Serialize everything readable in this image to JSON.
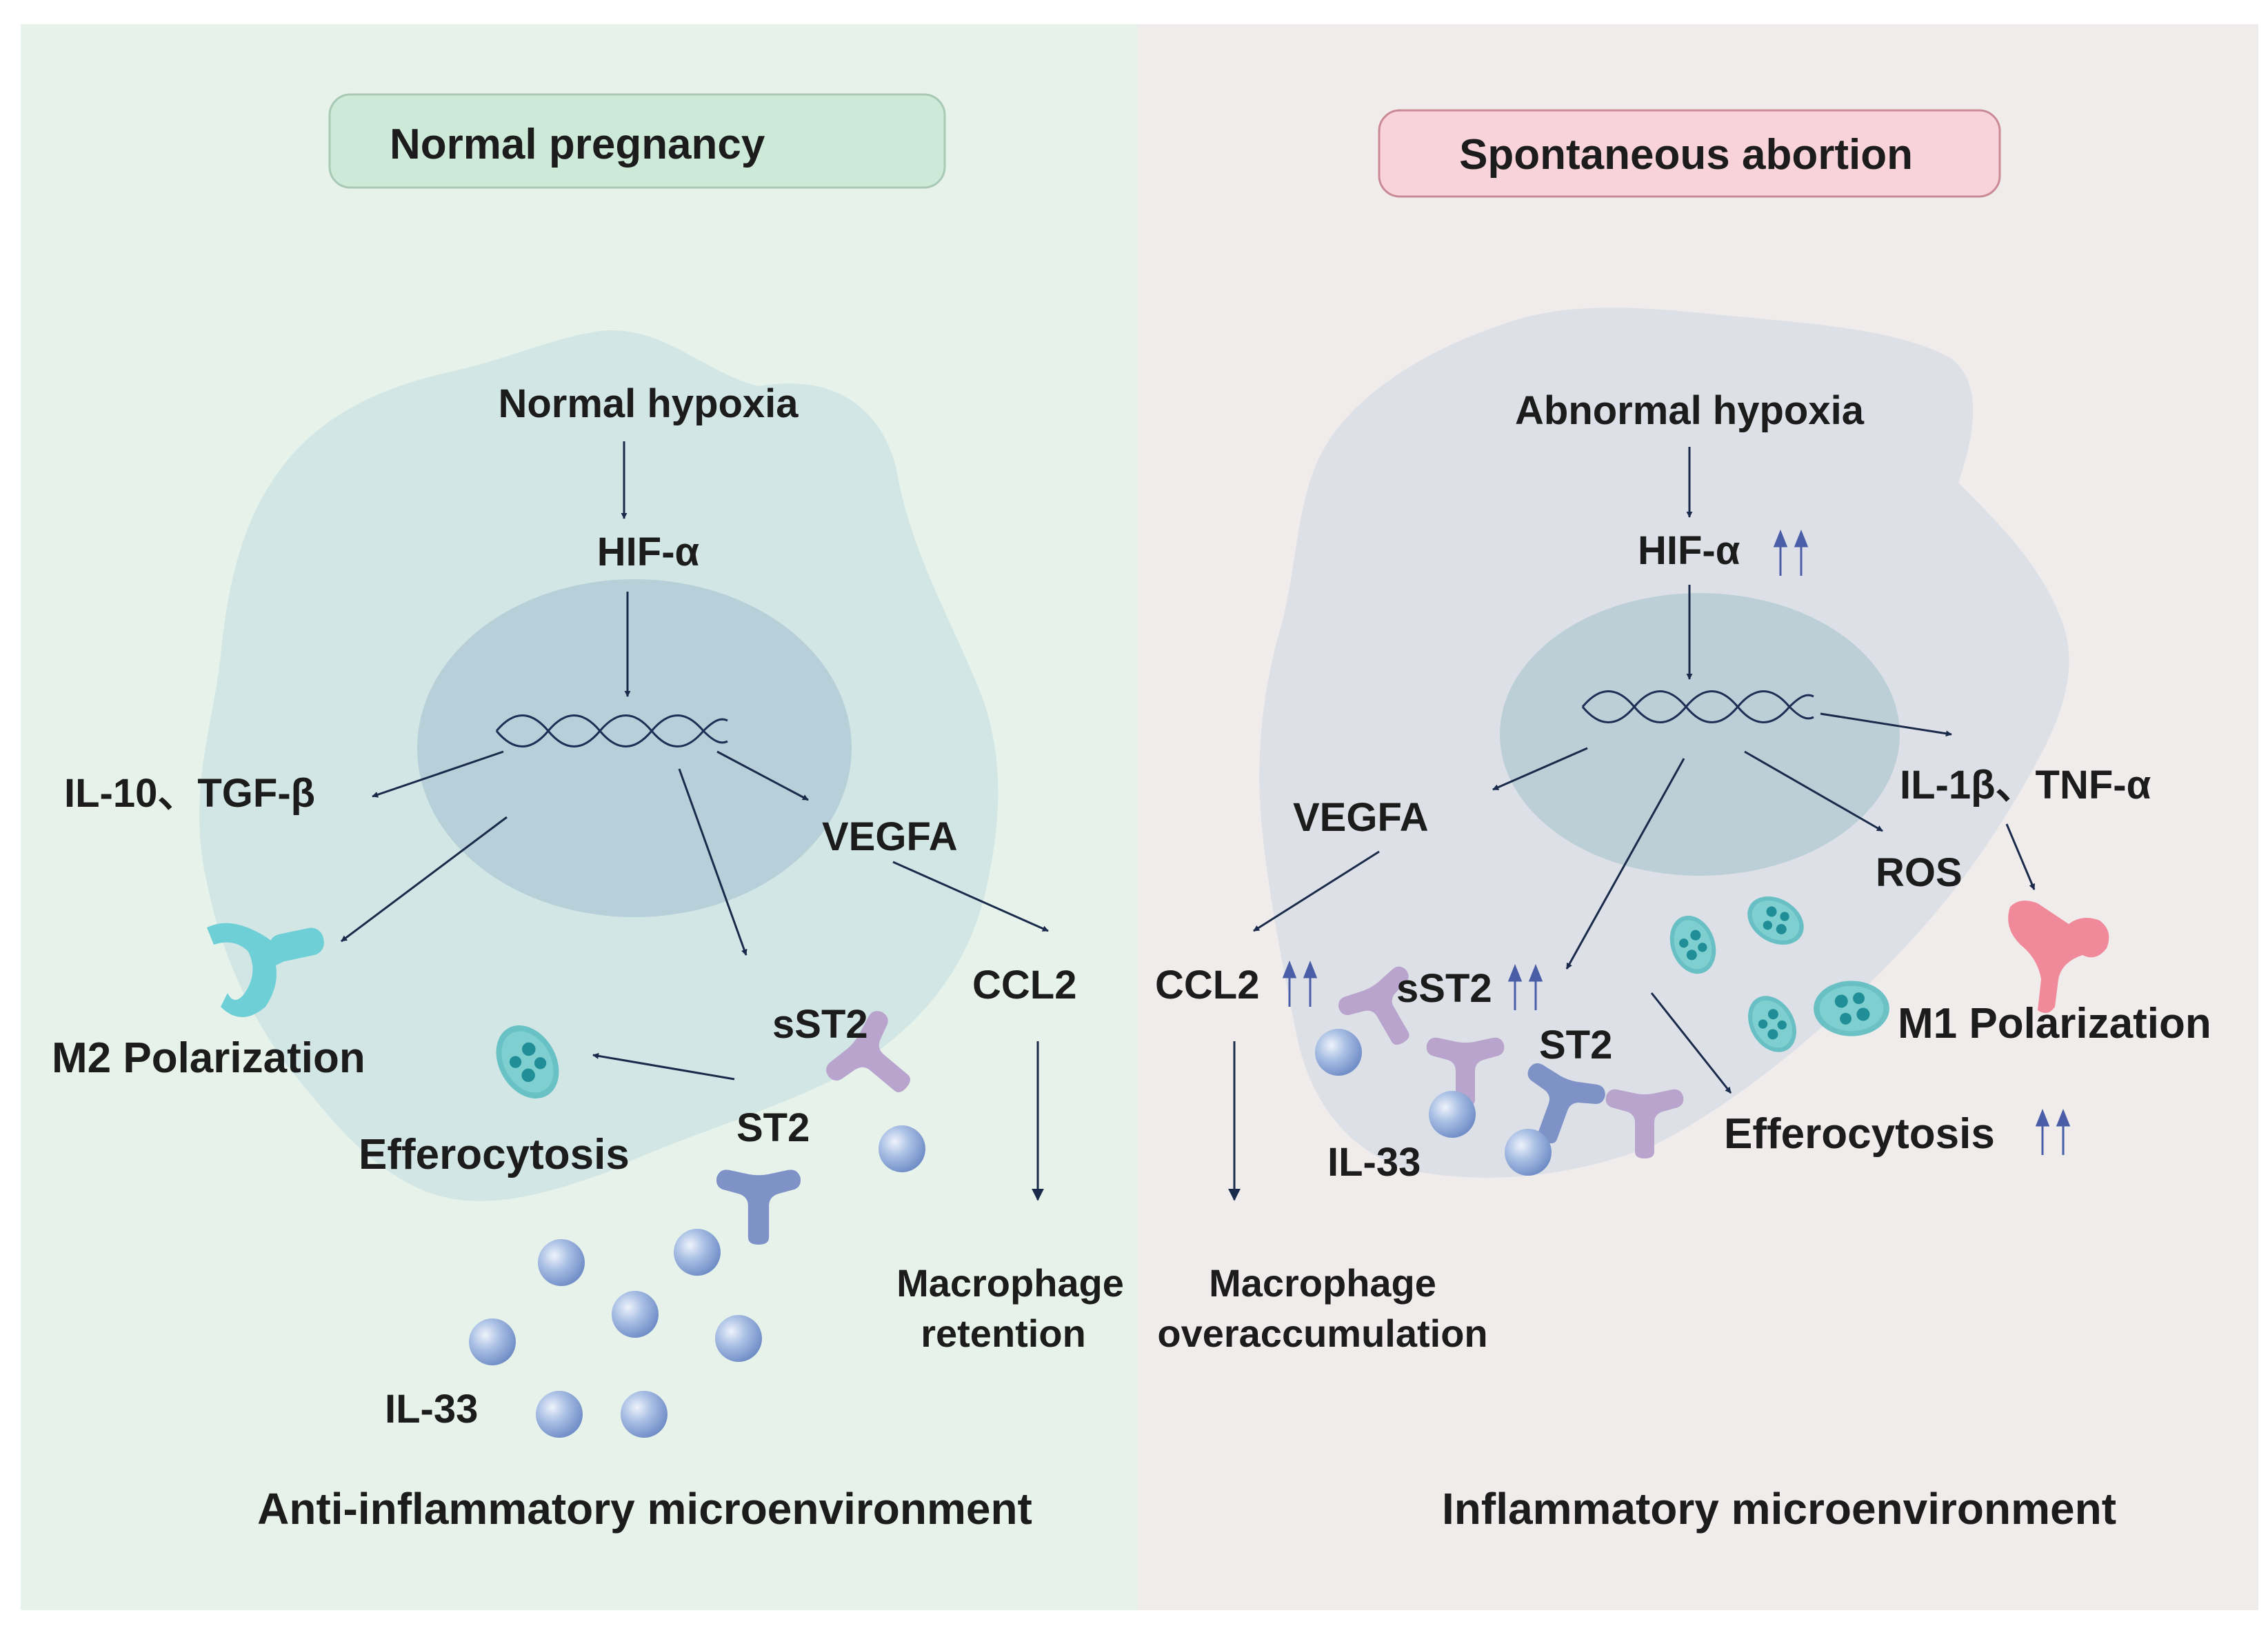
{
  "left": {
    "title": "Normal pregnancy",
    "hypoxia": "Normal hypoxia",
    "hif": "HIF-α",
    "cytokines": "IL-10、TGF-β",
    "vegfa": "VEGFA",
    "ccl2": "CCL2",
    "polarization": "M2 Polarization",
    "efferocytosis": "Efferocytosis",
    "sst2": "sST2",
    "st2": "ST2",
    "il33": "IL-33",
    "macrophage_line1": "Macrophage",
    "macrophage_line2": "retention",
    "footer": "Anti-inflammatory microenvironment"
  },
  "right": {
    "title": "Spontaneous abortion",
    "hypoxia": "Abnormal hypoxia",
    "hif": "HIF-α",
    "cytokines": "IL-1β、TNF-α",
    "vegfa": "VEGFA",
    "ccl2": "CCL2",
    "ros": "ROS",
    "polarization": "M1 Polarization",
    "efferocytosis": "Efferocytosis",
    "sst2": "sST2",
    "st2": "ST2",
    "il33": "IL-33",
    "macrophage_line1": "Macrophage",
    "macrophage_line2": "overaccumulation",
    "footer": "Inflammatory microenvironment"
  },
  "colors": {
    "left_bg": "#e7f3ea",
    "right_bg": "#f1ecec",
    "left_cell": "#d4e6e6",
    "right_cell": "#dfe2e8",
    "nucleus_left": "#b8d0d8",
    "nucleus_right": "#c0d0d8",
    "title_left_fill": "#cde9d8",
    "title_right_fill": "#f8d3da",
    "arrow": "#1a2a4a",
    "up_arrow": "#4a5ea8",
    "il33": "#8fa8d8",
    "sst2_receptor": "#b8a4cc",
    "st2_receptor": "#7f92c8",
    "m2_receptor": "#6fcfd6",
    "m1_receptor": "#f08a9a",
    "apoptotic_body": "#5cbcc0"
  }
}
